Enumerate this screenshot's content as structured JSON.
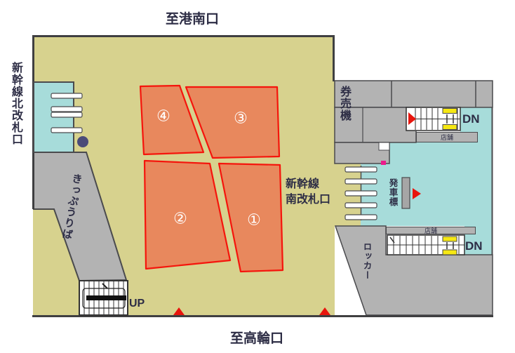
{
  "station_map": {
    "exit_top": "至港南口",
    "exit_bottom": "至高輪口",
    "north_gate": "新幹線北改札口",
    "south_gate_line1": "新幹線",
    "south_gate_line2": "南改札口",
    "ticket_office": "きっぷうりば",
    "ticket_machines": "券売機",
    "departure_sign": "発車標",
    "lockers": "ロッカー",
    "shop_upper": "店舗",
    "shop_lower": "店舗",
    "stairs_up": "UP",
    "stairs_down_upper": "DN",
    "stairs_down_lower": "DN",
    "zones": [
      {
        "number": 1,
        "label": "①"
      },
      {
        "number": 2,
        "label": "②"
      },
      {
        "number": 3,
        "label": "③"
      },
      {
        "number": 4,
        "label": "④"
      }
    ],
    "colors": {
      "floor_olive": "#d7d28e",
      "zone_orange": "#e8885d",
      "zone_border_red": "#f5150c",
      "concourse_cyan": "#a7dcda",
      "building_gray": "#b3b3b3",
      "outline_dark": "#454548",
      "text_navy": "#2d2d45",
      "escalator_yellow": "#f6e813",
      "arrow_red": "#e8150d",
      "dot_navy": "#4b4b78",
      "accent_magenta": "#ec1a8c"
    }
  }
}
